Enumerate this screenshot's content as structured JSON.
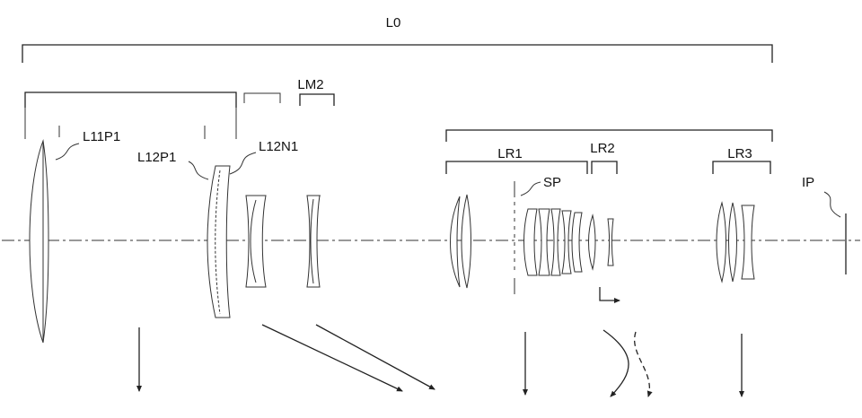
{
  "labels": {
    "l0": "L0",
    "lm2": "LM2",
    "l11p1": "L11P1",
    "l12p1": "L12P1",
    "l12n1": "L12N1",
    "lr1": "LR1",
    "lr2": "LR2",
    "lr3": "LR3",
    "sp": "SP",
    "ip": "IP"
  },
  "colors": {
    "line": "#222222",
    "background": "#ffffff"
  }
}
